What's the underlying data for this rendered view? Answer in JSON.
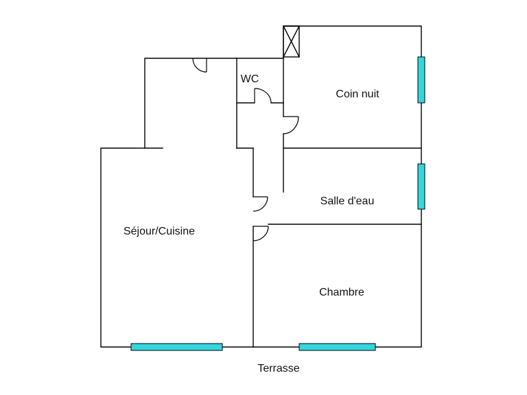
{
  "rooms": {
    "wc": "WC",
    "bedroom_nook": "Coin nuit",
    "shower_room": "Salle d'eau",
    "living_kitchen": "Séjour/Cuisine",
    "bedroom": "Chambre"
  },
  "outside": {
    "terrace": "Terrasse"
  },
  "colors": {
    "window": "#33d6dc",
    "wall": "#000000",
    "background": "#ffffff"
  }
}
